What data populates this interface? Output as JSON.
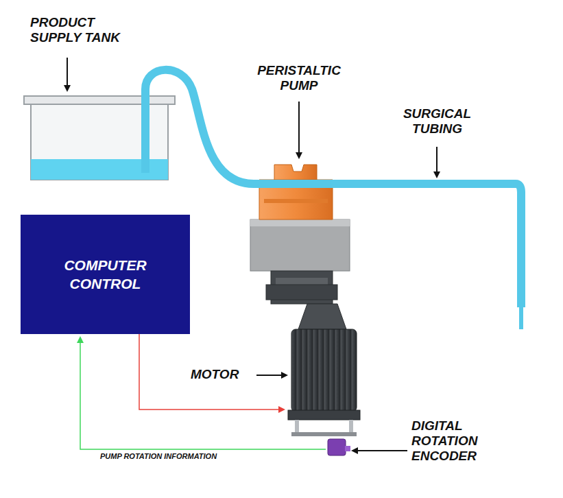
{
  "diagram": {
    "nodes": [
      {
        "text": [
          "COMPUTER CONTROL"
        ]
      }
    ],
    "labels": [
      "PRODUCT SUPPLY TANK",
      "PERISTALTIC PUMP",
      "SURGICAL TUBING",
      "MOTOR",
      "DIGITAL ROTATION ENCODER",
      "PUMP ROTATION INFORMATION"
    ]
  }
}
